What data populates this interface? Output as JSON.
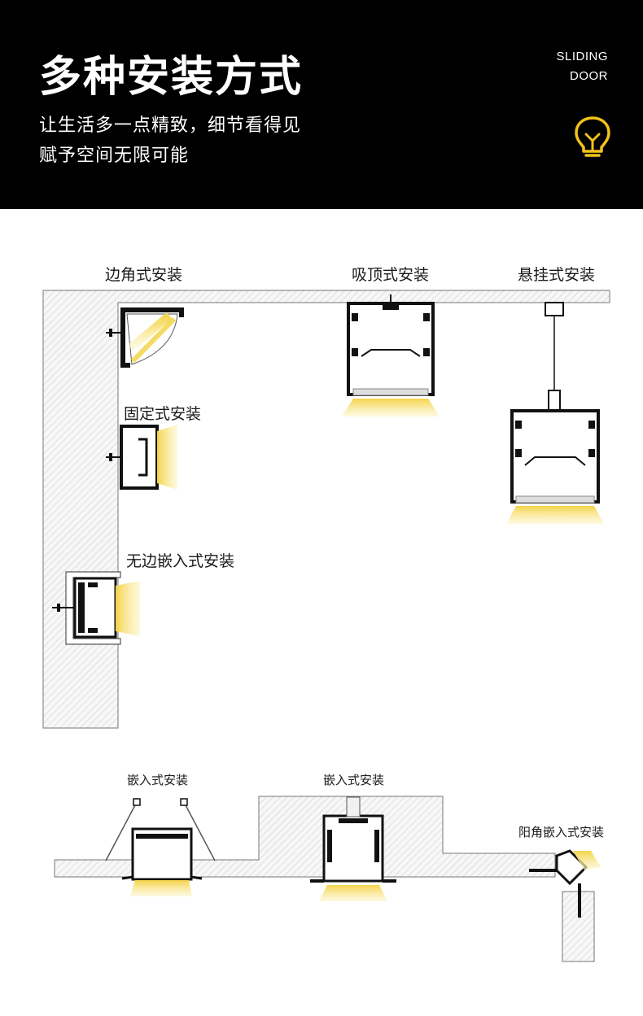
{
  "header": {
    "title": "多种安装方式",
    "subtitle_line1": "让生活多一点精致，细节看得见",
    "subtitle_line2": "赋予空间无限可能",
    "brand_line1": "SLIDING",
    "brand_line2": "DOOR",
    "icon": "lightbulb-icon",
    "accent_color": "#F2C21A"
  },
  "labels": {
    "corner_mount": "边角式安装",
    "ceiling_mount": "吸顶式安装",
    "pendant_mount": "悬挂式安装",
    "fixed_mount": "固定式安装",
    "frameless_recessed": "无边嵌入式安装",
    "recessed_left": "嵌入式安装",
    "recessed_middle": "嵌入式安装",
    "outside_corner_recessed": "阳角嵌入式安装"
  },
  "colors": {
    "background_header": "#000000",
    "light_glow": "#F7E27A",
    "wall_hatch": "#CFCFCF"
  }
}
